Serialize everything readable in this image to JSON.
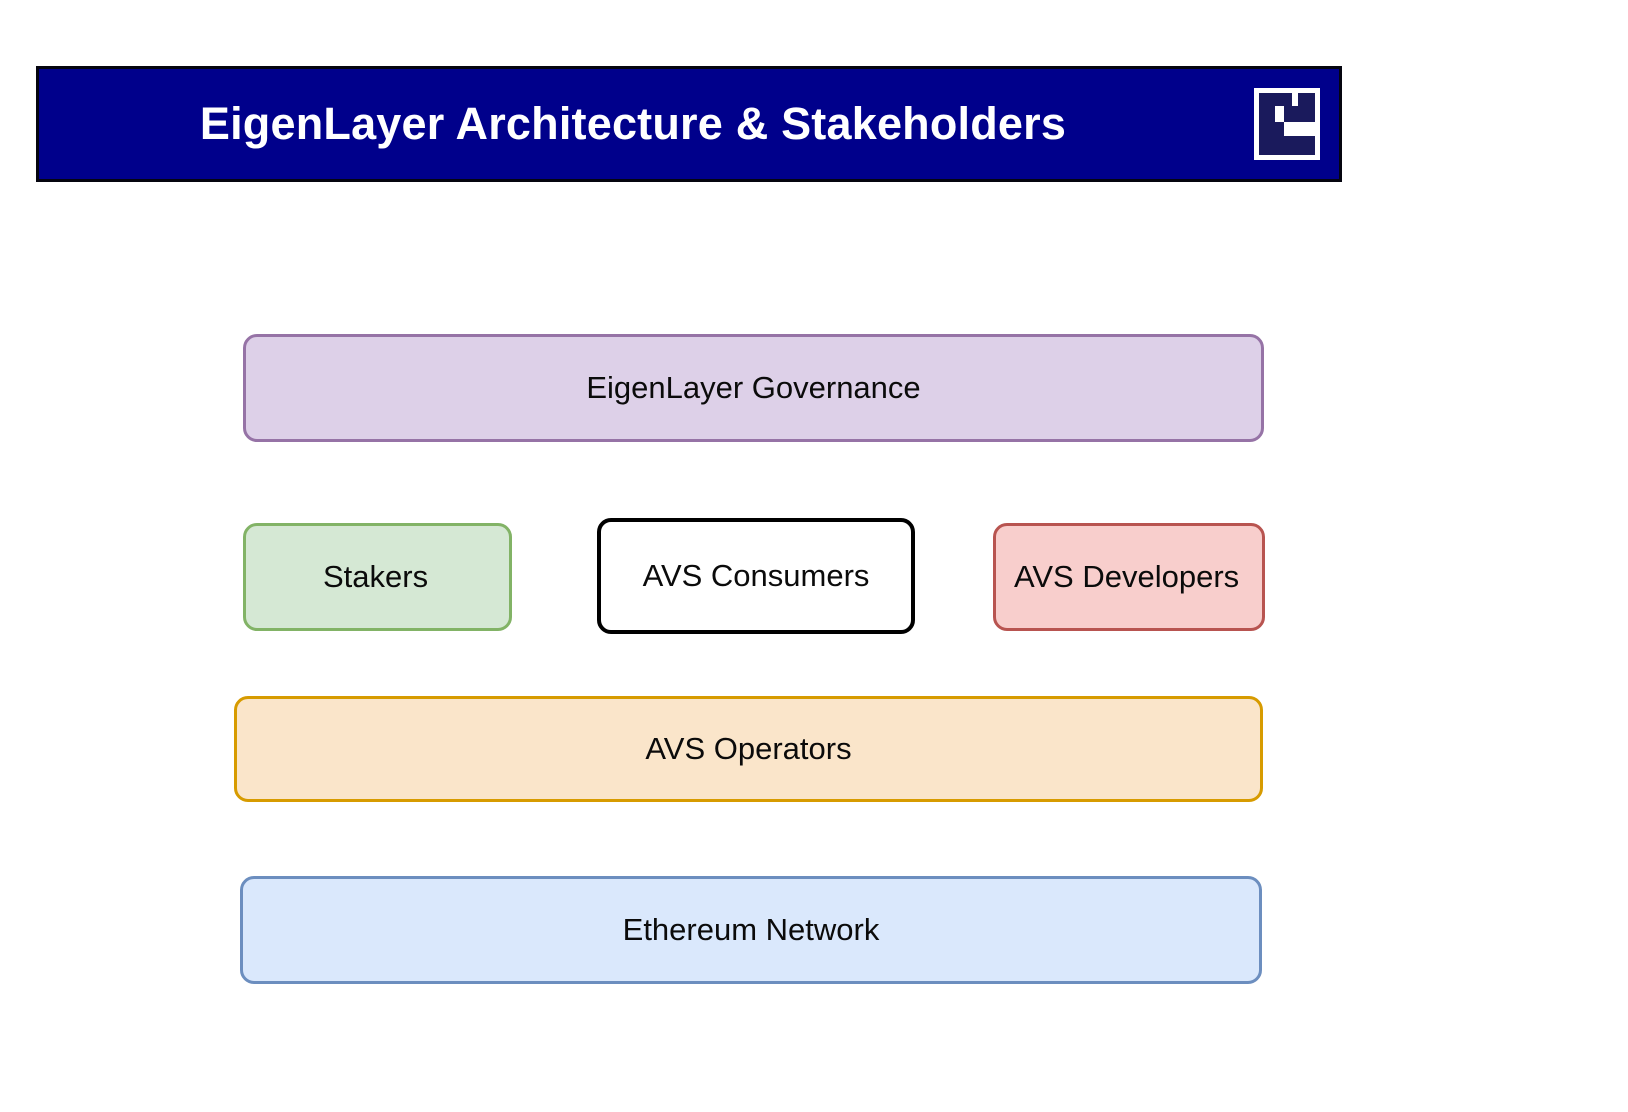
{
  "header": {
    "title": "EigenLayer Architecture & Stakeholders",
    "background_color": "#00008B",
    "text_color": "#FFFFFF",
    "logo": {
      "name": "eigenlayer-logo",
      "alt": "EigenLayer monogram",
      "background_color": "#FFFFFF",
      "mark_color": "#1A1A5C"
    }
  },
  "diagram": {
    "type": "layered-architecture",
    "nodes": [
      {
        "id": "governance",
        "label": "EigenLayer Governance",
        "fill": "#DDD0E8",
        "stroke": "#9673A6",
        "layer": 1
      },
      {
        "id": "stakers",
        "label": "Stakers",
        "fill": "#D5E8D4",
        "stroke": "#82B366",
        "layer": 2
      },
      {
        "id": "avs-consumers",
        "label": "AVS Consumers",
        "fill": "#FFFFFF",
        "stroke": "#000000",
        "layer": 2
      },
      {
        "id": "avs-developers",
        "label": "AVS Developers",
        "fill": "#F8CECC",
        "stroke": "#B85450",
        "layer": 2
      },
      {
        "id": "avs-operators",
        "label": "AVS Operators",
        "fill": "#FAE5CA",
        "stroke": "#D79B00",
        "layer": 3
      },
      {
        "id": "ethereum-network",
        "label": "Ethereum Network",
        "fill": "#DAE8FC",
        "stroke": "#6C8EBF",
        "layer": 4
      }
    ]
  },
  "canvas": {
    "background_color": "#FFFFFF"
  }
}
